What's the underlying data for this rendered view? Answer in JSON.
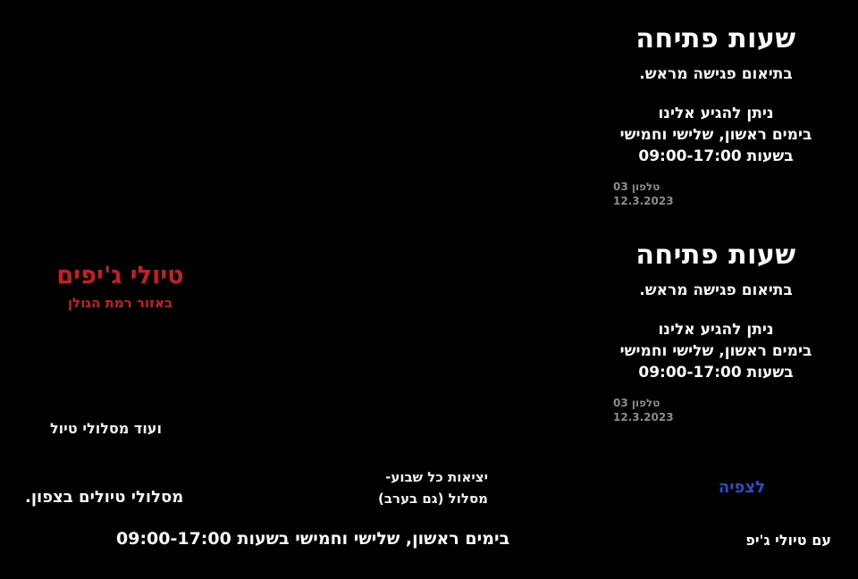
{
  "page": {
    "background": "#000000",
    "accent_red": "#c32026",
    "accent_blue": "#2e4bc6",
    "meta_gray": "#8c8c8c"
  },
  "cards": [
    {
      "title": "שעות פתיחה",
      "subtitle": "בתיאום פגישה מראש.",
      "lines": [
        "ניתן להגיע אלינו",
        "בימים ראשון, שלישי וחמישי",
        "בשעות 09:00-17:00"
      ],
      "meta": [
        "טלפון 03",
        "12.3.2023"
      ]
    },
    {
      "title": "שעות פתיחה",
      "subtitle": "בתיאום פגישה מראש.",
      "lines": [
        "ניתן להגיע אלינו",
        "בימים ראשון, שלישי וחמישי",
        "בשעות 09:00-17:00"
      ],
      "meta": [
        "טלפון 03",
        "12.3.2023"
      ]
    }
  ],
  "headline": {
    "title": "טיולי ג'יפים",
    "subtitle": "באזור רמת הגולן"
  },
  "notes": {
    "mid_left": "ועוד מסלולי טיול",
    "bottom_left": "מסלולי טיולים בצפון.",
    "center_lines": [
      "יציאות כל שבוע-",
      "מסלול (גם בערב)"
    ]
  },
  "links": {
    "watch": "לצפיה"
  },
  "footer": {
    "schedule": "בימים ראשון, שלישי וחמישי בשעות 09:00-17:00",
    "brand": "עם טיולי ג'יפ"
  }
}
